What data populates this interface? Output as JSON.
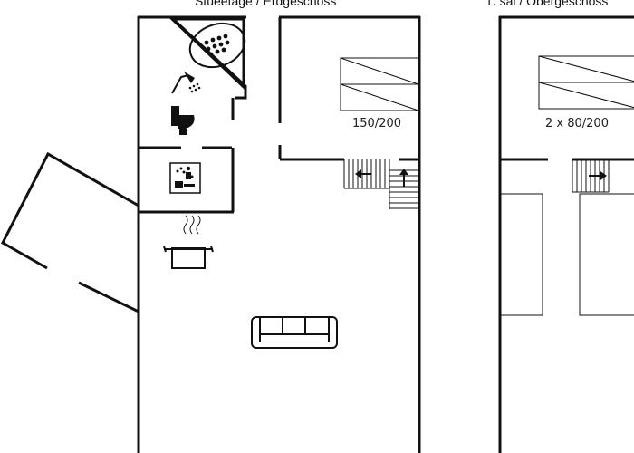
{
  "floors": {
    "ground": {
      "title": "Stueetage / Erdgeschoss"
    },
    "upper": {
      "title": "1. sal / Obergeschoss"
    }
  },
  "beds": [
    {
      "label": "150/200"
    },
    {
      "label": "2 x 80/200"
    }
  ],
  "icons": [
    "bathtub-icon",
    "shower-icon",
    "toilet-icon",
    "sauna-icon",
    "kitchen-pot-icon",
    "sofa-icon",
    "stairs-up-icon",
    "stairs-down-icon"
  ]
}
